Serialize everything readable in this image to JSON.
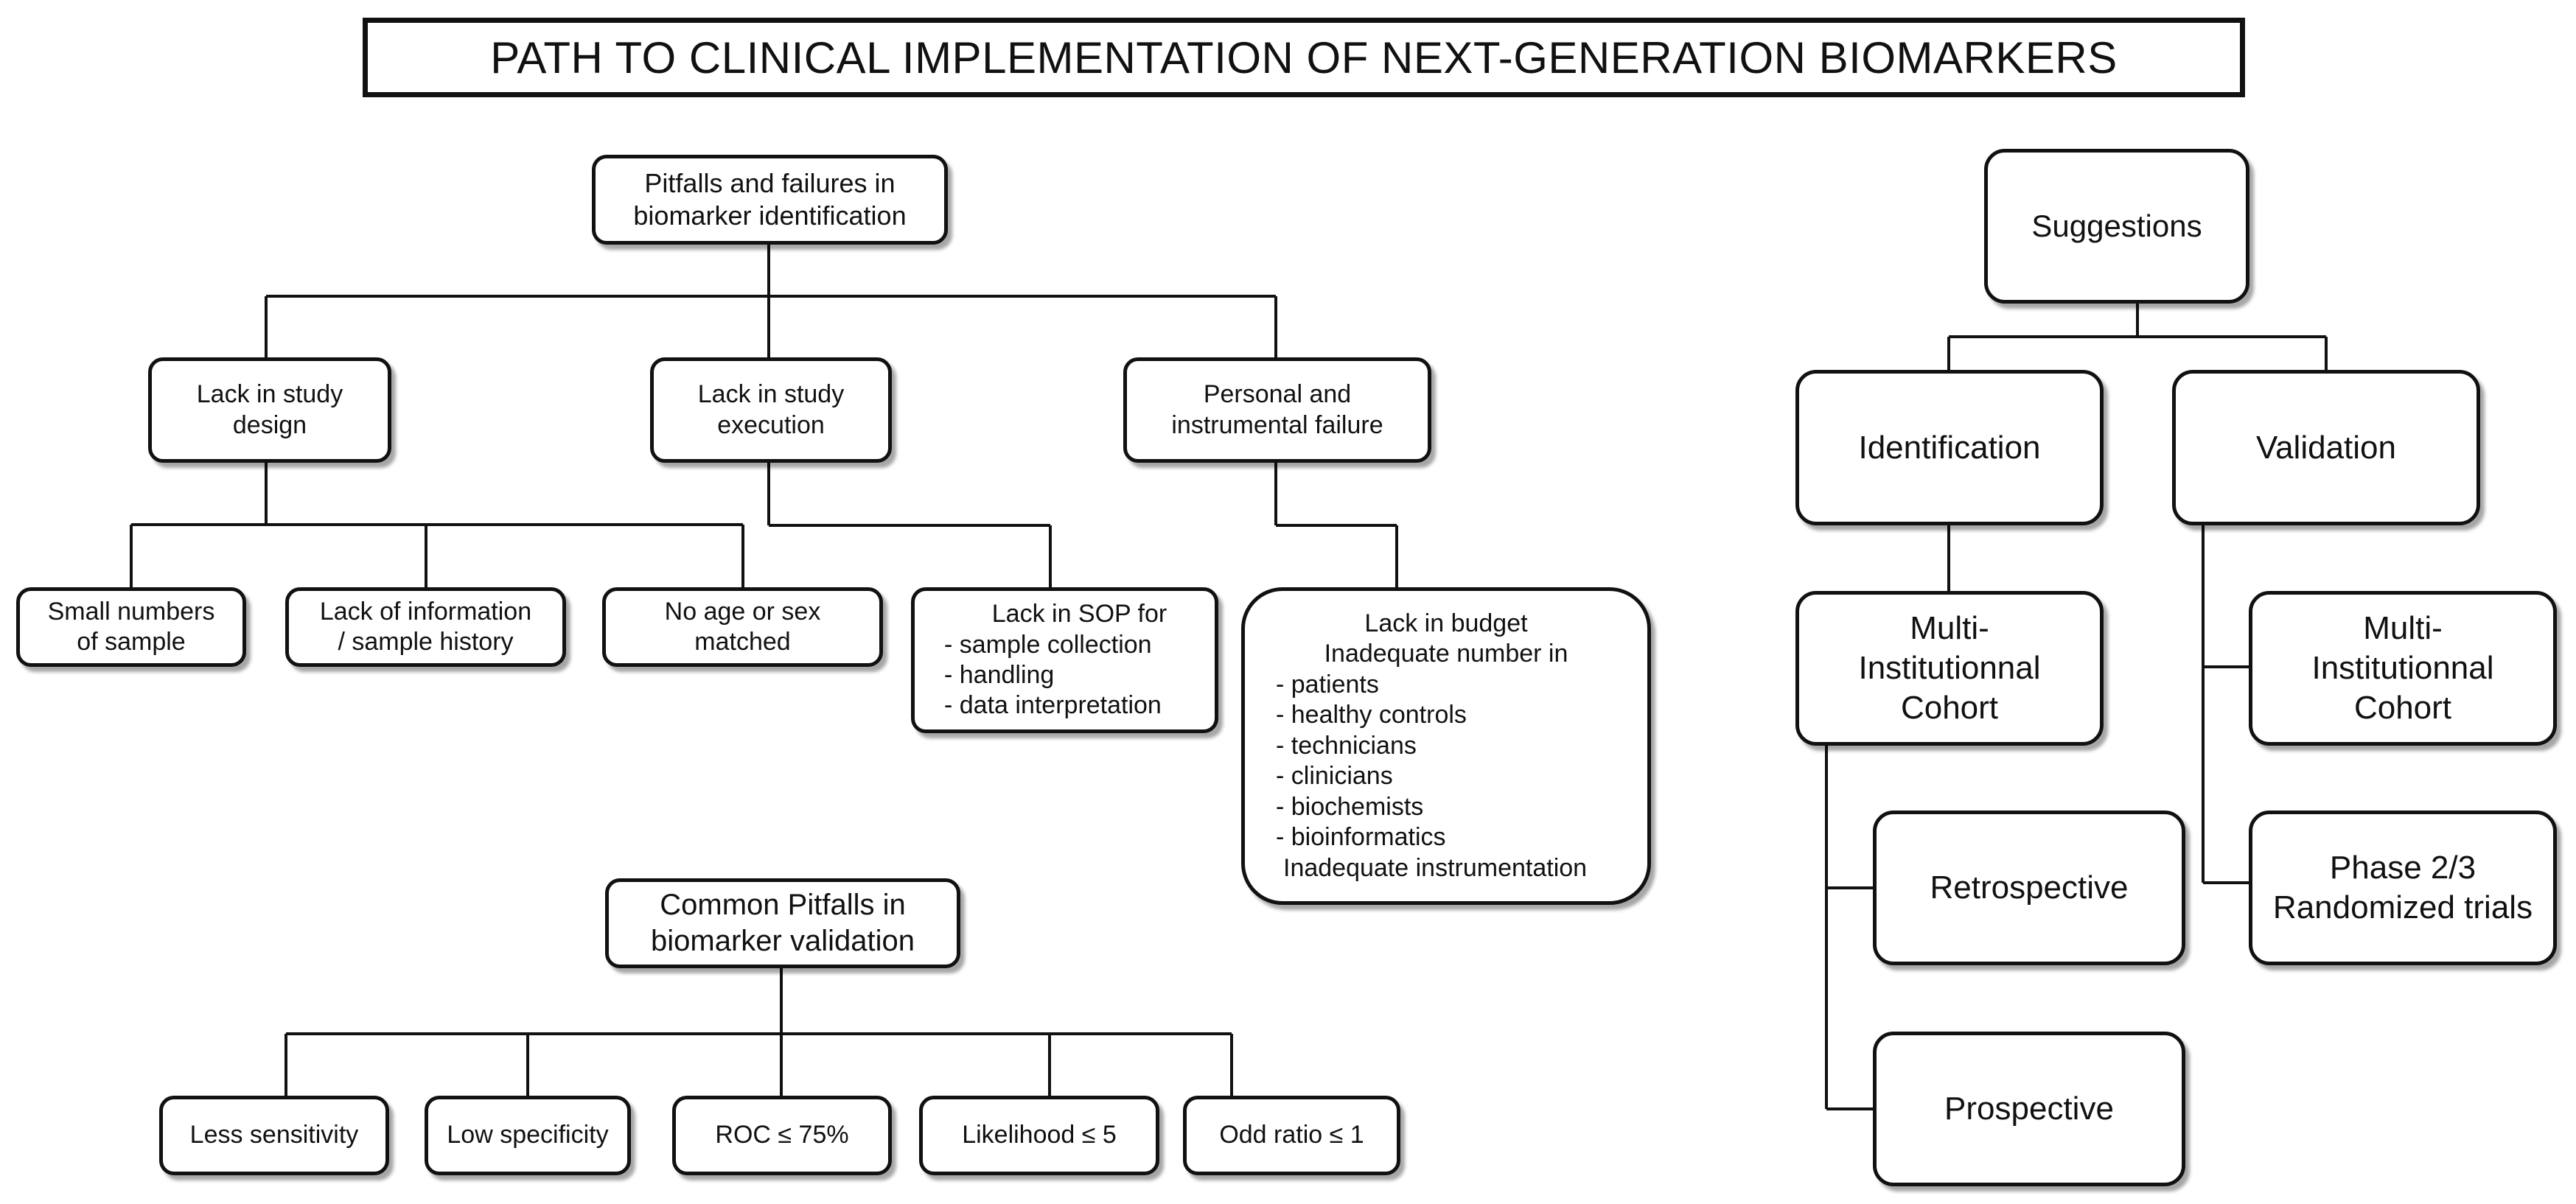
{
  "title": "PATH TO CLINICAL IMPLEMENTATION OF NEXT-GENERATION BIOMARKERS",
  "identification_pitfalls": {
    "root": [
      "Pitfalls and failures in",
      "biomarker identification"
    ],
    "design": {
      "label": [
        "Lack in study",
        "design"
      ],
      "children": [
        [
          "Small numbers",
          "of sample"
        ],
        [
          "Lack of information",
          "/ sample history"
        ],
        [
          "No age or sex",
          "matched"
        ]
      ]
    },
    "execution": {
      "label": [
        "Lack in study",
        "execution"
      ],
      "sop": {
        "heading": "Lack in SOP for",
        "items": [
          "- sample collection",
          "- handling",
          "- data interpretation"
        ]
      }
    },
    "personal": {
      "label": [
        "Personal and",
        "instrumental failure"
      ],
      "budget": {
        "heading": [
          "Lack in budget",
          "Inadequate number in"
        ],
        "items": [
          "- patients",
          "- healthy controls",
          "- technicians",
          "- clinicians",
          "- biochemists",
          "- bioinformatics"
        ],
        "tail": "Inadequate instrumentation"
      }
    }
  },
  "validation_pitfalls": {
    "root": [
      "Common Pitfalls in",
      "biomarker validation"
    ],
    "children": [
      "Less sensitivity",
      "Low specificity",
      "ROC ≤ 75%",
      "Likelihood ≤ 5",
      "Odd ratio ≤ 1"
    ]
  },
  "suggestions": {
    "root": "Suggestions",
    "identification": {
      "label": "Identification",
      "cohort": [
        "Multi-",
        "Institutionnal",
        "Cohort"
      ],
      "retrospective": "Retrospective",
      "prospective": "Prospective"
    },
    "validation": {
      "label": "Validation",
      "cohort": [
        "Multi-",
        "Institutionnal",
        "Cohort"
      ],
      "trials": [
        "Phase 2/3",
        "Randomized trials"
      ]
    }
  }
}
